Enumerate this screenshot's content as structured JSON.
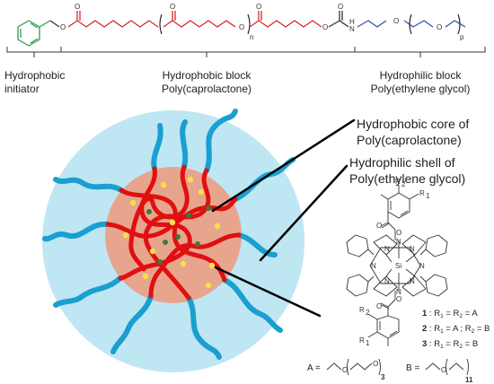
{
  "chain": {
    "atoms": [
      "O",
      "O",
      "O",
      "O",
      "O",
      "O",
      "H",
      "N",
      "O",
      "O"
    ],
    "subscripts": [
      "n",
      "p"
    ],
    "colors": {
      "initiator": "#2e9b4a",
      "pcl": "#d62828",
      "peg": "#3a4fb0",
      "linker": "#333333"
    }
  },
  "segments": [
    {
      "line1": "Hydrophobic",
      "line2": "initiator"
    },
    {
      "line1": "Hydrophobic block",
      "line2": "Poly(caprolactone)"
    },
    {
      "line1": "Hydrophilic block",
      "line2": "Poly(ethylene glycol)"
    }
  ],
  "callouts": {
    "core": {
      "line1": "Hydrophobic core of",
      "line2": "Poly(caprolactone)"
    },
    "shell": {
      "line1": "Hydrophilic shell of",
      "line2": "Poly(ethylene glycol)"
    }
  },
  "micelle": {
    "shell_color": "#bfe6f3",
    "core_color": "#e8a58d",
    "pcl_strand_color": "#e01010",
    "peg_strand_color": "#1a9fd0",
    "dot_color": "#f5e04a",
    "drug_color": "#3a7a3a"
  },
  "molecule": {
    "sub_labels": [
      "R",
      "1",
      "R",
      "2",
      "R",
      "2",
      "R",
      "1"
    ],
    "center_atom": "Si",
    "ring_atom": "N",
    "ring_atoms": [
      "N",
      "N",
      "N",
      "N",
      "N",
      "N",
      "N",
      "N"
    ],
    "links": [
      "O",
      "O",
      "O",
      "O"
    ]
  },
  "variants": [
    {
      "num": "1",
      "text": " : R",
      "s1": "1",
      "mid": " = R",
      "s2": "2",
      "end": " = A"
    },
    {
      "num": "2",
      "text": " : R",
      "s1": "1",
      "mid": " = A ; R",
      "s2": "2",
      "end": " = B"
    },
    {
      "num": "3",
      "text": " : R",
      "s1": "1",
      "mid": " = R",
      "s2": "2",
      "end": " = B"
    }
  ],
  "substituents": {
    "A": {
      "label": "A =",
      "o1": "O",
      "o2": "O",
      "sub": "3"
    },
    "B": {
      "label": "B =",
      "o1": "O",
      "sub": "11"
    }
  }
}
